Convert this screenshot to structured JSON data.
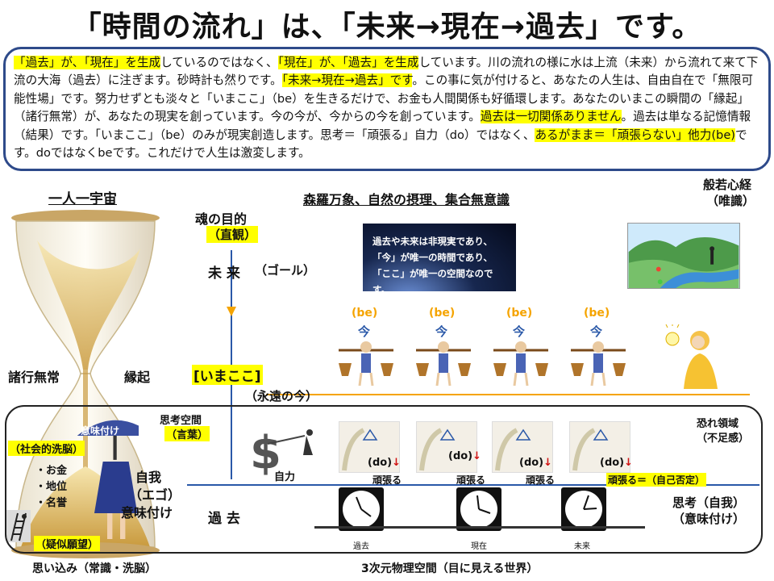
{
  "title": "「時間の流れ」は、「未来→現在→過去」です。",
  "info": {
    "s1": "「過去」が、「現在」を生成",
    "s2": "しているのではなく、",
    "s3": "「現在」が、「過去」を生成",
    "s4": "しています。川の流れの様に水は上流（未来）から流れて来て下流の大海（過去）に注ぎます。砂時計も然りです。",
    "s5": "「未来→現在→過去」です",
    "s6": "。この事に気が付けると、あなたの人生は、自由自在で「無限可能性場」です。努力せずとも淡々と「いまここ」（be）を生きるだけで、お金も人間関係も好循環します。あなたのいまこの瞬間の「縁起」（諸行無常）が、あなたの現実を創っています。今の今が、今からの今を創っています。",
    "s7": "過去は一切関係ありません",
    "s8": "。過去は単なる記憶情報（結果）です。「いまここ」（be）のみが現実創造します。思考＝「頑張る」自力（do）ではなく、",
    "s9": "あるがまま＝「頑張らない」他力(be)",
    "s10": "です。doではなくbeです。これだけで人生は激変します。"
  },
  "labels": {
    "ichinin": "一人一宇宙",
    "shinra": "森羅万象、自然の摂理、集合無意識",
    "hannya": "般若心経",
    "yuishiki": "（唯識）",
    "tamashii": "魂の目的",
    "chokkan": "（直観）",
    "mirai": "未 来",
    "goal": "（ゴール）",
    "imakoko": "[いまここ]",
    "eien": "（永遠の今）",
    "shogyo": "諸行無常",
    "engi": "縁起",
    "shikou_kukan": "思考空間",
    "kotoba": "（言葉）",
    "imizuke_hat": "意味付け",
    "shakaiteki": "（社会的洗脳）",
    "okane": "・お金",
    "chii": "・地位",
    "meiyo": "・名誉",
    "jiga": "自我",
    "ego": "（エゴ）",
    "imizuke": "意味付け",
    "giji": "（疑似願望）",
    "jiriki": "自力",
    "kako": "過 去",
    "osore": "恐れ領域",
    "fusokukan": "（不足感）",
    "shikou_jiga": "思考（自我）",
    "shikou_imizuke": "（意味付け）",
    "ganbaru_neg": "頑張る＝（自己否定）",
    "omoikomi": "思い込み（常識・洗脳）",
    "sanjigen": "3次元物理空間（目に見える世界）",
    "be": "(be)",
    "ima": "今",
    "do": "(do)",
    "down_arrow": "↓",
    "ganbaru": "頑張る"
  },
  "cosmos_text": [
    "過去や未来は非現実であり、",
    "「今」が唯一の時間であり、",
    "「ここ」が唯一の空間なのです。"
  ],
  "clock_captions": [
    "過去",
    "現在",
    "未来"
  ],
  "colors": {
    "yellow": "#ffff00",
    "orange": "#f5a400",
    "blue": "#2a58a8",
    "red": "#d01010",
    "frame": "#2e4a8a"
  },
  "icons": [
    "hourglass-icon",
    "money-sign-icon",
    "lightbulb-icon",
    "clock-icon",
    "ladder-icon",
    "scale-icon",
    "porter-icon"
  ]
}
